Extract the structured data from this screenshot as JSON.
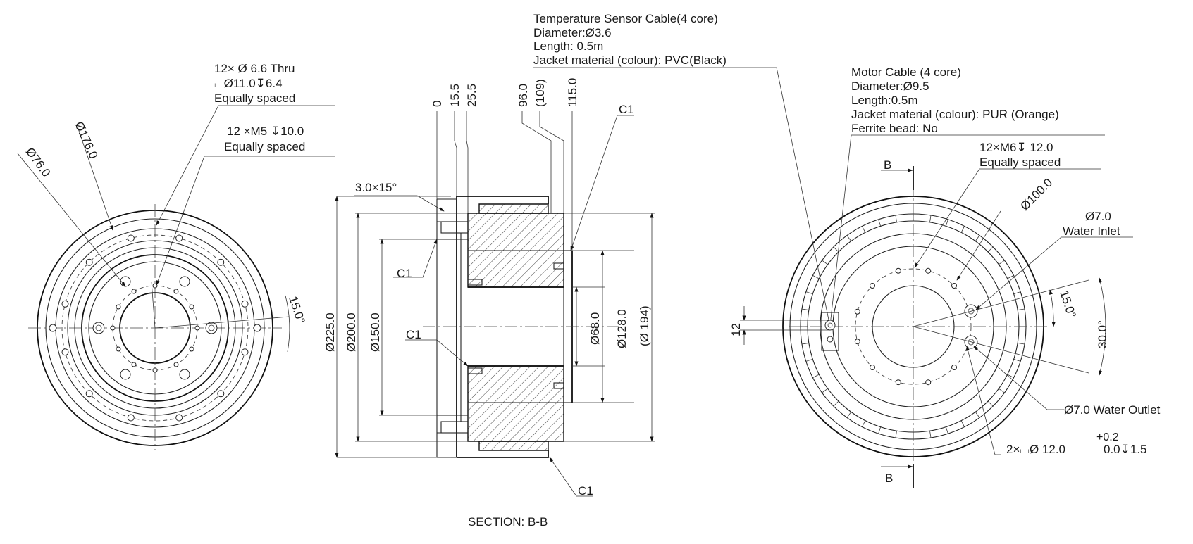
{
  "section_title": "SECTION: B-B",
  "left_view": {
    "dia_176": "Ø176.0",
    "dia_76": "Ø76.0",
    "holes_thru": "12× Ø 6.6 Thru",
    "counterbore": "⌴Ø11.0↧6.4",
    "equally_spaced_1": "Equally spaced",
    "m5_spec": "12 ×M5 ↧10.0",
    "equally_spaced_2": "Equally spaced",
    "angle_15": "15.0°"
  },
  "section_view": {
    "chamfer_angle": "3.0×15°",
    "pos_0": "0",
    "pos_15_5": "15.5",
    "pos_25_5": "25.5",
    "pos_96": "96.0",
    "pos_109": "(109)",
    "pos_115": "115.0",
    "c1_top": "C1",
    "c1_left": "C1",
    "c1_mid": "C1",
    "c1_bottom": "C1",
    "dia_225": "Ø225.0",
    "dia_200": "Ø200.0",
    "dia_150": "Ø150.0",
    "dia_68": "Ø68.0",
    "dia_128": "Ø128.0",
    "dia_194": "(Ø 194)"
  },
  "temp_cable": {
    "title": "Temperature Sensor Cable(4 core)",
    "diameter": "Diameter:Ø3.6",
    "length": "Length: 0.5m",
    "jacket": "Jacket material (colour): PVC(Black)"
  },
  "motor_cable": {
    "title": "Motor Cable (4 core)",
    "diameter": "Diameter:Ø9.5",
    "length": "Length:0.5m",
    "jacket": "Jacket material (colour): PUR (Orange)",
    "ferrite": "Ferrite bead: No"
  },
  "right_view": {
    "m6_spec": "12×M6↧ 12.0",
    "equally_spaced": "Equally spaced",
    "dia_100": "Ø100.0",
    "inlet_dia": "Ø7.0",
    "inlet_label": "Water Inlet",
    "outlet": "Ø7.0 Water Outlet",
    "angle_15": "15.0°",
    "angle_30": "30.0°",
    "dim_12": "12",
    "cbore_spec": "2×⌴Ø 12.0",
    "cbore_tol": "+0.2",
    "cbore_depth": "0.0↧1.5",
    "section_b_top": "B",
    "section_b_bottom": "B"
  }
}
